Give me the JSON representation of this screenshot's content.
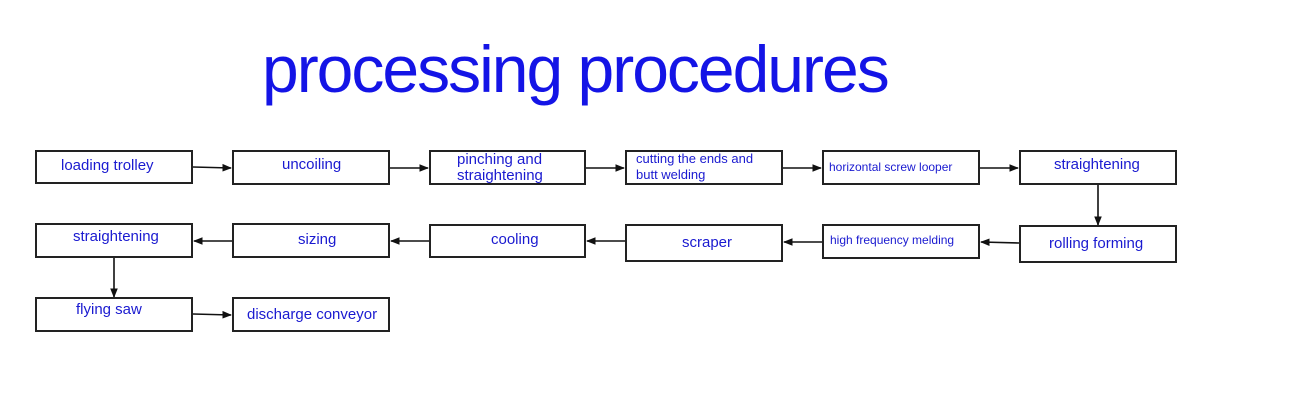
{
  "title": "processing procedures",
  "colors": {
    "title": "#1414e6",
    "label": "#1a1ad0",
    "box_border": "#222222",
    "arrow": "#111111"
  },
  "steps": {
    "loading_trolley": "loading trolley",
    "uncoiling": "uncoiling",
    "pinching_line1": "pinching and",
    "pinching_line2": "straightening",
    "cutting_line1": "cutting the ends and",
    "cutting_line2": "butt welding",
    "horizontal_screw_looper": "horizontal screw looper",
    "straightening_1": "straightening",
    "rolling_forming": "rolling forming",
    "high_frequency_melding": "high frequency melding",
    "scraper": "scraper",
    "cooling": "cooling",
    "sizing": "sizing",
    "straightening_2": "straightening",
    "flying_saw": "flying saw",
    "discharge_conveyor": "discharge conveyor"
  },
  "connections": [
    [
      "loading_trolley",
      "uncoiling"
    ],
    [
      "uncoiling",
      "pinching_and_straightening"
    ],
    [
      "pinching_and_straightening",
      "cutting_ends_and_butt_welding"
    ],
    [
      "cutting_ends_and_butt_welding",
      "horizontal_screw_looper"
    ],
    [
      "horizontal_screw_looper",
      "straightening_1"
    ],
    [
      "straightening_1",
      "rolling_forming"
    ],
    [
      "rolling_forming",
      "high_frequency_melding"
    ],
    [
      "high_frequency_melding",
      "scraper"
    ],
    [
      "scraper",
      "cooling"
    ],
    [
      "cooling",
      "sizing"
    ],
    [
      "sizing",
      "straightening_2"
    ],
    [
      "straightening_2",
      "flying_saw"
    ],
    [
      "flying_saw",
      "discharge_conveyor"
    ]
  ]
}
